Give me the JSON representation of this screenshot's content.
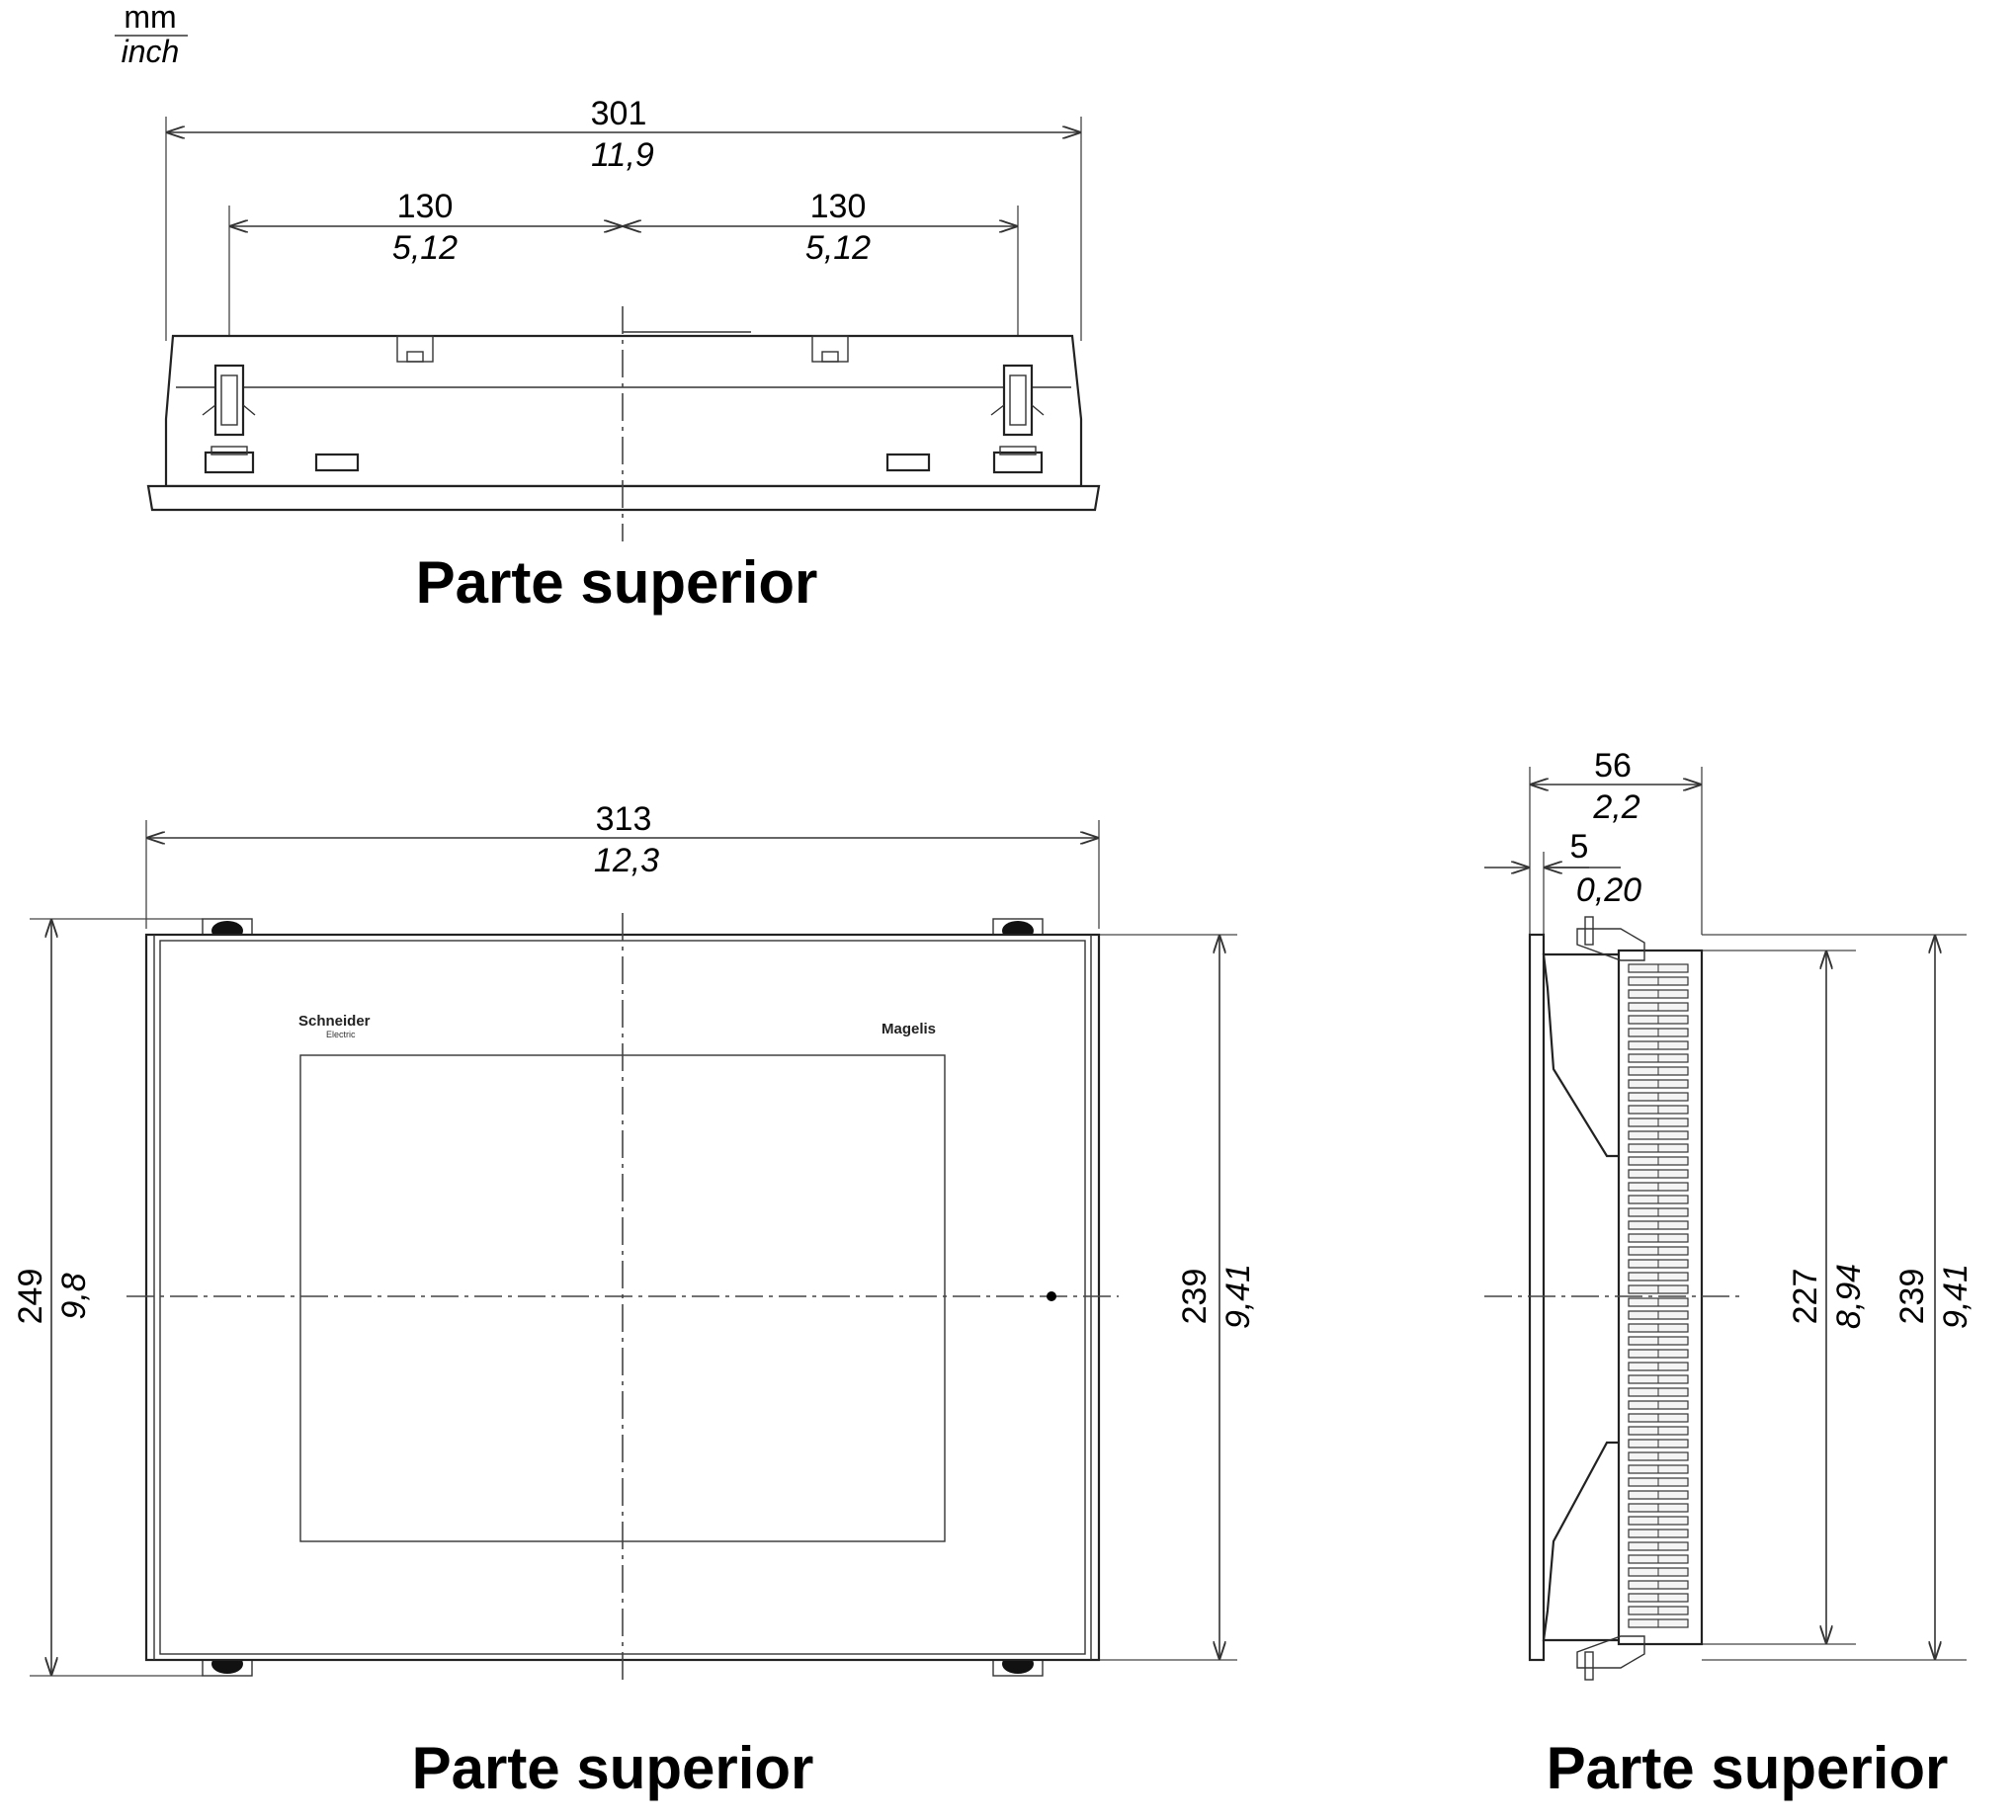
{
  "units": {
    "metric": "mm",
    "imperial": "inch"
  },
  "views": {
    "top": {
      "caption": "Parte superior",
      "overall_width": {
        "mm": "301",
        "inch": "11,9"
      },
      "left_half": {
        "mm": "130",
        "inch": "5,12"
      },
      "right_half": {
        "mm": "130",
        "inch": "5,12"
      }
    },
    "front": {
      "caption": "Parte superior",
      "overall_width": {
        "mm": "313",
        "inch": "12,3"
      },
      "overall_height": {
        "mm": "249",
        "inch": "9,8"
      },
      "body_height": {
        "mm": "239",
        "inch": "9,41"
      },
      "brand_left": "Schneider",
      "brand_left_sub": "Electric",
      "brand_right": "Magelis"
    },
    "side": {
      "caption": "Parte superior",
      "depth": {
        "mm": "56",
        "inch": "2,2"
      },
      "bezel_depth": {
        "mm": "5",
        "inch": "0,20"
      },
      "inner_height": {
        "mm": "227",
        "inch": "8,94"
      },
      "body_height": {
        "mm": "239",
        "inch": "9,41"
      }
    }
  },
  "colors": {
    "line": "#222222",
    "background": "#ffffff"
  }
}
